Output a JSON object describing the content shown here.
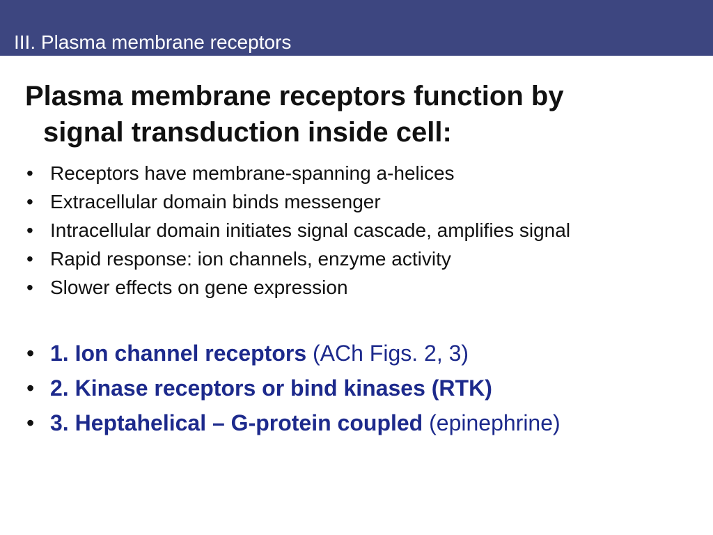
{
  "header": {
    "title": "III. Plasma membrane receptors",
    "bar_color": "#3d4680"
  },
  "heading": {
    "line1": "Plasma membrane receptors function by",
    "line2": "signal transduction inside cell:"
  },
  "bullets": [
    "Receptors have membrane-spanning a-helices",
    "Extracellular domain binds messenger",
    "Intracellular domain initiates signal cascade, amplifies signal",
    "Rapid response: ion channels, enzyme activity",
    "Slower effects on gene expression"
  ],
  "receptor_types": [
    {
      "label": "1. Ion channel receptors",
      "note": " (ACh Figs. 2, 3)"
    },
    {
      "label": "2. Kinase receptors or bind kinases (RTK)",
      "note": ""
    },
    {
      "label": "3. Heptahelical – G-protein coupled",
      "note": " (epinephrine)"
    }
  ],
  "bullet_symbol": "•",
  "accent_color": "#1d2a8c"
}
